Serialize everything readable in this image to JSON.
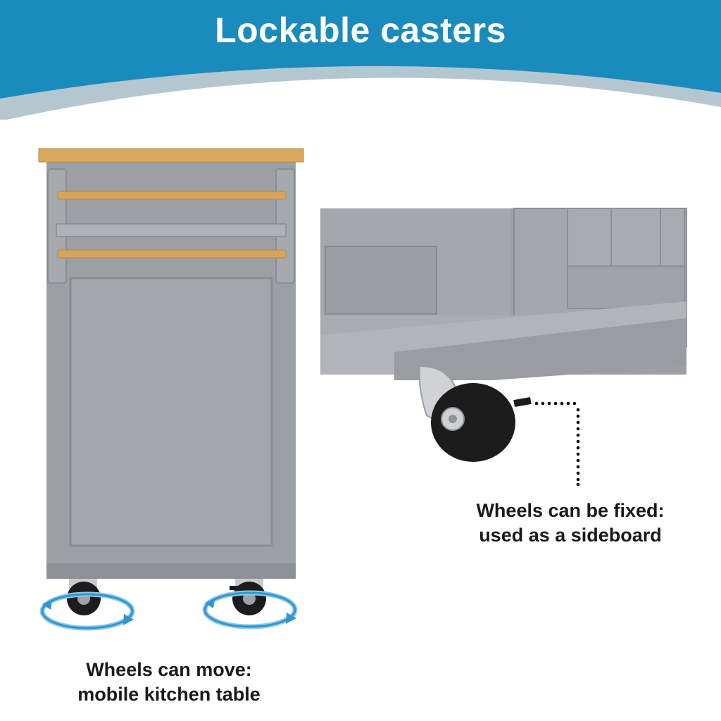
{
  "header": {
    "title": "Lockable casters",
    "colors": {
      "band": "#1a8bbd",
      "wave": "#b4c7d0"
    }
  },
  "product": {
    "colors": {
      "body": "#9c9fa3",
      "body_dark": "#86898d",
      "wood": "#d6a45c",
      "wheel": "#1c1c1c"
    }
  },
  "captions": {
    "move_line1": "Wheels can move:",
    "move_line2": "mobile kitchen table",
    "fixed_line1": "Wheels can be fixed:",
    "fixed_line2": "used as a sideboard"
  },
  "icons": [
    "rotation-arrow-icon",
    "dotted-pointer-line"
  ]
}
